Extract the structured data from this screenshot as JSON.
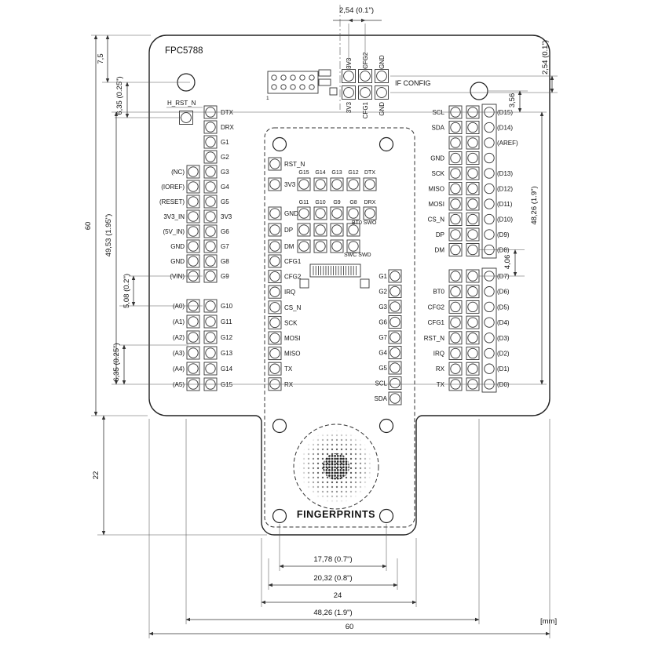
{
  "title": "FPC5788",
  "units": "[mm]",
  "top_connector": {
    "pin1": "1",
    "if_config_label": "IF CONFIG",
    "top_labels": [
      "3V3",
      "CFG2",
      "GND"
    ],
    "bottom_labels": [
      "3V3",
      "CFG1",
      "GND"
    ]
  },
  "h_rst": "H_RST_N",
  "left_header": {
    "upper": [
      {
        "outer": "",
        "inner": "DTX"
      },
      {
        "outer": "",
        "inner": "DRX"
      },
      {
        "outer": "",
        "inner": "G1"
      },
      {
        "outer": "",
        "inner": "G2"
      },
      {
        "outer": "(NC)",
        "inner": "G3"
      },
      {
        "outer": "(IOREF)",
        "inner": "G4"
      },
      {
        "outer": "(RESET)",
        "inner": "G5"
      },
      {
        "outer": "3V3_IN",
        "inner": "3V3"
      },
      {
        "outer": "(5V_IN)",
        "inner": "G6"
      },
      {
        "outer": "GND",
        "inner": "G7"
      },
      {
        "outer": "GND",
        "inner": "G8"
      },
      {
        "outer": "(VIN)",
        "inner": "G9"
      }
    ],
    "lower": [
      {
        "outer": "(A0)",
        "inner": "G10"
      },
      {
        "outer": "(A1)",
        "inner": "G11"
      },
      {
        "outer": "(A2)",
        "inner": "G12"
      },
      {
        "outer": "(A3)",
        "inner": "G13"
      },
      {
        "outer": "(A4)",
        "inner": "G14"
      },
      {
        "outer": "(A5)",
        "inner": "G15"
      }
    ]
  },
  "right_header": {
    "upper": [
      {
        "left": "SCL",
        "right": "(D15)"
      },
      {
        "left": "SDA",
        "right": "(D14)"
      },
      {
        "left": "",
        "right": "(AREF)"
      },
      {
        "left": "GND",
        "right": ""
      },
      {
        "left": "SCK",
        "right": "(D13)"
      },
      {
        "left": "MISO",
        "right": "(D12)"
      },
      {
        "left": "MOSI",
        "right": "(D11)"
      },
      {
        "left": "CS_N",
        "right": "(D10)"
      },
      {
        "left": "DP",
        "right": "(D9)"
      },
      {
        "left": "DM",
        "right": "(D8)"
      }
    ],
    "lower": [
      {
        "left": "",
        "right": "(D7)"
      },
      {
        "left": "BT0",
        "right": "(D6)"
      },
      {
        "left": "CFG2",
        "right": "(D5)"
      },
      {
        "left": "CFG1",
        "right": "(D4)"
      },
      {
        "left": "RST_N",
        "right": "(D3)"
      },
      {
        "left": "IRQ",
        "right": "(D2)"
      },
      {
        "left": "RX",
        "right": "(D1)"
      },
      {
        "left": "TX",
        "right": "(D0)"
      }
    ]
  },
  "module": {
    "top_pins": [
      "RST_N",
      "3V3",
      "GND"
    ],
    "grid_row1": [
      "G15",
      "G14",
      "G13",
      "G12",
      "DTX"
    ],
    "grid_row2": [
      "G11",
      "G10",
      "G9",
      "G8",
      "DRX"
    ],
    "usb_pins": [
      "DP",
      "DM"
    ],
    "bt0_swo": "BT0 SWO",
    "swc_swd": "SWC SWD",
    "left_pins": [
      "CFG1",
      "CFG2",
      "IRQ",
      "CS_N",
      "SCK",
      "MOSI",
      "MISO",
      "TX",
      "RX"
    ],
    "right_pins": [
      "G1",
      "G2",
      "G3",
      "G6",
      "G7",
      "G4",
      "G5",
      "SCL",
      "SDA"
    ],
    "brand": "FINGERPRINTS"
  },
  "dimensions": {
    "top_pitch": "2,54 (0.1\")",
    "right_pitch": "2,54 (0.1\")",
    "right_3_56": "3,56",
    "right_48_26": "48,26 (1.9\")",
    "right_4_06": "4,06",
    "left_7_5": "7,5",
    "left_6_35_top": "6,35 (0.25\")",
    "left_60": "60",
    "left_49_53": "49,53 (1.95\")",
    "left_5_08": "5,08 (0.2\")",
    "left_6_35_bottom": "6,35 (0.25\")",
    "left_22": "22",
    "bottom_17_78": "17,78 (0.7\")",
    "bottom_20_32": "20,32 (0.8\")",
    "bottom_24": "24",
    "bottom_48_26": "48,26 (1.9\")",
    "bottom_60": "60"
  }
}
